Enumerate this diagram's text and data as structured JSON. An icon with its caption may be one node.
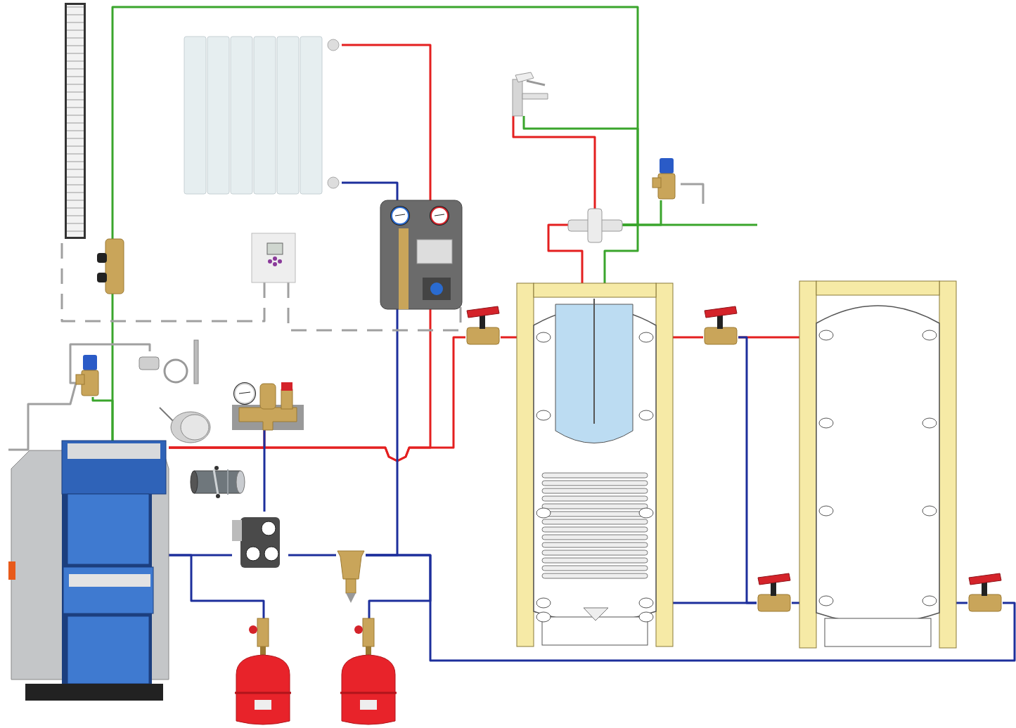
{
  "diagram": {
    "nodes": [
      {
        "text": [],
        "shape": "picture"
      },
      {
        "text": [],
        "shape": "picture"
      },
      {
        "text": [],
        "shape": "picture"
      },
      {
        "text": [],
        "shape": "picture"
      },
      {
        "text": [],
        "shape": "picture"
      },
      {
        "text": [],
        "shape": "picture"
      },
      {
        "text": [],
        "shape": "picture"
      },
      {
        "text": [],
        "shape": "picture"
      },
      {
        "text": [],
        "shape": "picture"
      },
      {
        "text": [],
        "shape": "picture"
      },
      {
        "text": [],
        "shape": "picture"
      },
      {
        "text": [],
        "shape": "picture"
      },
      {
        "text": [],
        "shape": "picture"
      },
      {
        "text": [],
        "shape": "picture"
      },
      {
        "text": [],
        "shape": "picture"
      },
      {
        "text": [],
        "shape": "picture"
      },
      {
        "text": [],
        "shape": "picture"
      },
      {
        "text": [],
        "shape": "picture"
      },
      {
        "text": [],
        "shape": "picture"
      },
      {
        "text": [],
        "shape": "picture"
      },
      {
        "text": [],
        "shape": "picture"
      },
      {
        "text": [],
        "shape": "picture"
      },
      {
        "text": [],
        "shape": "picture"
      },
      {
        "text": [],
        "shape": "picture"
      }
    ],
    "edges": [
      {
        "from": null,
        "to": 3,
        "arrow": "none",
        "color": "#3aa52c"
      },
      {
        "from": 4,
        "to": 3,
        "arrow": "none",
        "color": "#3aa52c"
      },
      {
        "from": 2,
        "to": 3,
        "arrow": "none",
        "color": "#3aa52c"
      },
      {
        "from": 3,
        "to": 19,
        "arrow": "none",
        "color": "#3aa52c"
      },
      {
        "from": 3,
        "to": 7,
        "arrow": "none",
        "color": "#3aa52c"
      },
      {
        "from": 7,
        "to": 12,
        "arrow": "none",
        "color": "#3aa52c"
      },
      {
        "from": 8,
        "to": 12,
        "arrow": "none",
        "color": "#3aa52c"
      },
      {
        "from": 19,
        "to": 3,
        "arrow": "none",
        "color": "#e41f1f"
      },
      {
        "from": 3,
        "to": 2,
        "arrow": "none",
        "color": "#e41f1f"
      },
      {
        "from": 12,
        "to": 18,
        "arrow": "none",
        "color": "#e41f1f"
      },
      {
        "from": 12,
        "to": 5,
        "arrow": "none",
        "color": "#e41f1f"
      },
      {
        "from": 18,
        "to": 19,
        "arrow": "none",
        "color": "#e41f1f"
      },
      {
        "from": 5,
        "to": 1,
        "arrow": "none",
        "color": "#e41f1f"
      },
      {
        "from": 19,
        "to": 20,
        "arrow": "none",
        "color": "#e41f1f"
      },
      {
        "from": 20,
        "to": 21,
        "arrow": "none",
        "color": "#e41f1f"
      },
      {
        "from": 11,
        "to": 12,
        "arrow": "none",
        "color": "#e41f1f"
      },
      {
        "from": 1,
        "to": 5,
        "arrow": "none",
        "color": "#1d2f9c"
      },
      {
        "from": 5,
        "to": 15,
        "arrow": "none",
        "color": "#1d2f9c"
      },
      {
        "from": 14,
        "to": 15,
        "arrow": "none",
        "color": "#1d2f9c"
      },
      {
        "from": 15,
        "to": 23,
        "arrow": "none",
        "color": "#1d2f9c"
      },
      {
        "from": 23,
        "to": 21,
        "arrow": "none",
        "color": "#1d2f9c"
      },
      {
        "from": 19,
        "to": 22,
        "arrow": "none",
        "color": "#1d2f9c"
      },
      {
        "from": 22,
        "to": 21,
        "arrow": "none",
        "color": "#1d2f9c"
      },
      {
        "from": 20,
        "to": 22,
        "arrow": "none",
        "color": "#1d2f9c"
      },
      {
        "from": 12,
        "to": 14,
        "arrow": "none",
        "color": "#1d2f9c"
      },
      {
        "from": 12,
        "to": 16,
        "arrow": "none",
        "color": "#1d2f9c"
      },
      {
        "from": 15,
        "to": 17,
        "arrow": "none",
        "color": "#1d2f9c"
      },
      {
        "from": 14,
        "to": 11,
        "arrow": "none",
        "color": "#1d2f9c"
      },
      {
        "from": 6,
        "to": 5,
        "arrow": "none",
        "style": "dashed",
        "color": "#a0a0a0"
      },
      {
        "from": 6,
        "to": 0,
        "arrow": "none",
        "style": "dashed",
        "color": "#a0a0a0"
      },
      {
        "from": 9,
        "to": 8,
        "arrow": "none",
        "color": "#a0a0a0"
      },
      {
        "from": 8,
        "to": 12,
        "arrow": "none",
        "color": "#a0a0a0"
      },
      {
        "from": 4,
        "to": null,
        "arrow": "none",
        "color": "#a0a0a0"
      }
    ]
  }
}
